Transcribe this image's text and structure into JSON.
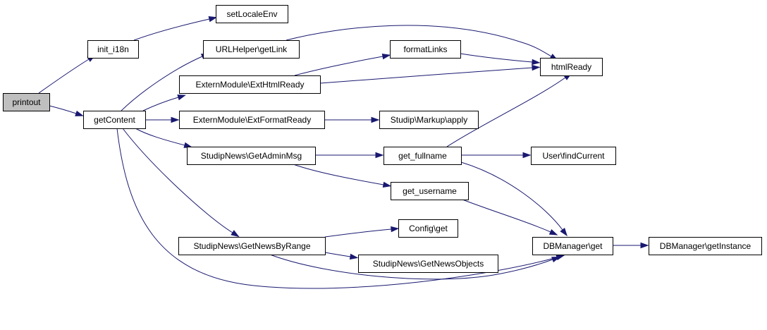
{
  "graph": {
    "edge_color": "#191970",
    "root_fill": "#bfbfbf",
    "nodes": [
      {
        "id": "printout",
        "label": "printout",
        "root": true
      },
      {
        "id": "init_i18n",
        "label": "init_i18n"
      },
      {
        "id": "setLocaleEnv",
        "label": "setLocaleEnv"
      },
      {
        "id": "getContent",
        "label": "getContent"
      },
      {
        "id": "URLHelper_getLink",
        "label": "URLHelper\\getLink"
      },
      {
        "id": "ExtHtmlReady",
        "label": "ExternModule\\ExtHtmlReady"
      },
      {
        "id": "formatLinks",
        "label": "formatLinks"
      },
      {
        "id": "htmlReady",
        "label": "htmlReady"
      },
      {
        "id": "ExtFormatReady",
        "label": "ExternModule\\ExtFormatReady"
      },
      {
        "id": "Markup_apply",
        "label": "Studip\\Markup\\apply"
      },
      {
        "id": "GetAdminMsg",
        "label": "StudipNews\\GetAdminMsg"
      },
      {
        "id": "get_fullname",
        "label": "get_fullname"
      },
      {
        "id": "User_findCurrent",
        "label": "User\\findCurrent"
      },
      {
        "id": "get_username",
        "label": "get_username"
      },
      {
        "id": "GetNewsByRange",
        "label": "StudipNews\\GetNewsByRange"
      },
      {
        "id": "Config_get",
        "label": "Config\\get"
      },
      {
        "id": "GetNewsObjects",
        "label": "StudipNews\\GetNewsObjects"
      },
      {
        "id": "DBManager_get",
        "label": "DBManager\\get"
      },
      {
        "id": "DBManager_getInstance",
        "label": "DBManager\\getInstance"
      }
    ],
    "edges": [
      {
        "from": "printout",
        "to": "init_i18n"
      },
      {
        "from": "printout",
        "to": "getContent"
      },
      {
        "from": "init_i18n",
        "to": "setLocaleEnv"
      },
      {
        "from": "getContent",
        "to": "URLHelper_getLink"
      },
      {
        "from": "getContent",
        "to": "ExtHtmlReady"
      },
      {
        "from": "getContent",
        "to": "ExtFormatReady"
      },
      {
        "from": "getContent",
        "to": "GetAdminMsg"
      },
      {
        "from": "getContent",
        "to": "GetNewsByRange"
      },
      {
        "from": "getContent",
        "to": "DBManager_get"
      },
      {
        "from": "URLHelper_getLink",
        "to": "htmlReady"
      },
      {
        "from": "ExtHtmlReady",
        "to": "formatLinks"
      },
      {
        "from": "ExtHtmlReady",
        "to": "htmlReady"
      },
      {
        "from": "formatLinks",
        "to": "htmlReady"
      },
      {
        "from": "ExtFormatReady",
        "to": "Markup_apply"
      },
      {
        "from": "GetAdminMsg",
        "to": "get_fullname"
      },
      {
        "from": "GetAdminMsg",
        "to": "get_username"
      },
      {
        "from": "get_fullname",
        "to": "htmlReady"
      },
      {
        "from": "get_fullname",
        "to": "User_findCurrent"
      },
      {
        "from": "get_fullname",
        "to": "DBManager_get"
      },
      {
        "from": "get_username",
        "to": "DBManager_get"
      },
      {
        "from": "GetNewsByRange",
        "to": "Config_get"
      },
      {
        "from": "GetNewsByRange",
        "to": "GetNewsObjects"
      },
      {
        "from": "GetNewsByRange",
        "to": "DBManager_get"
      },
      {
        "from": "DBManager_get",
        "to": "DBManager_getInstance"
      }
    ]
  }
}
